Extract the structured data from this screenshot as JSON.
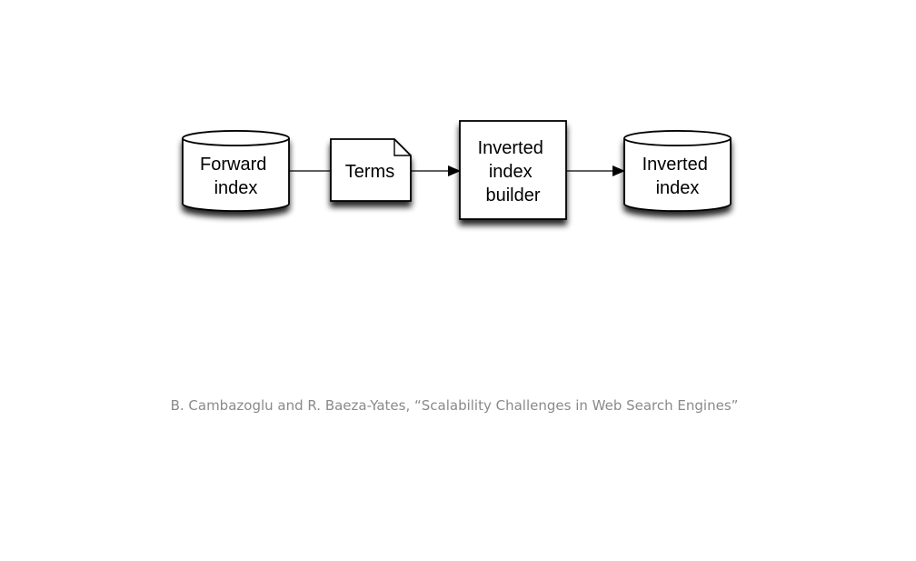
{
  "diagram": {
    "nodes": [
      {
        "id": "forward_index",
        "shape": "cylinder",
        "lines": [
          "Forward",
          "index"
        ]
      },
      {
        "id": "terms",
        "shape": "document",
        "lines": [
          "Terms"
        ]
      },
      {
        "id": "inverted_index_builder",
        "shape": "box",
        "lines": [
          "Inverted",
          "index",
          "builder"
        ]
      },
      {
        "id": "inverted_index",
        "shape": "cylinder",
        "lines": [
          "Inverted",
          "index"
        ]
      }
    ],
    "edges": [
      {
        "from": "forward_index",
        "to": "terms",
        "arrow": false
      },
      {
        "from": "terms",
        "to": "inverted_index_builder",
        "arrow": true
      },
      {
        "from": "inverted_index_builder",
        "to": "inverted_index",
        "arrow": true
      }
    ]
  },
  "citation": "B. Cambazoglu and R. Baeza-Yates, “Scalability Challenges in Web Search Engines”",
  "colors": {
    "stroke": "#000000",
    "fill": "#ffffff",
    "shadow": "#000000",
    "citation": "#8a8a8a"
  }
}
